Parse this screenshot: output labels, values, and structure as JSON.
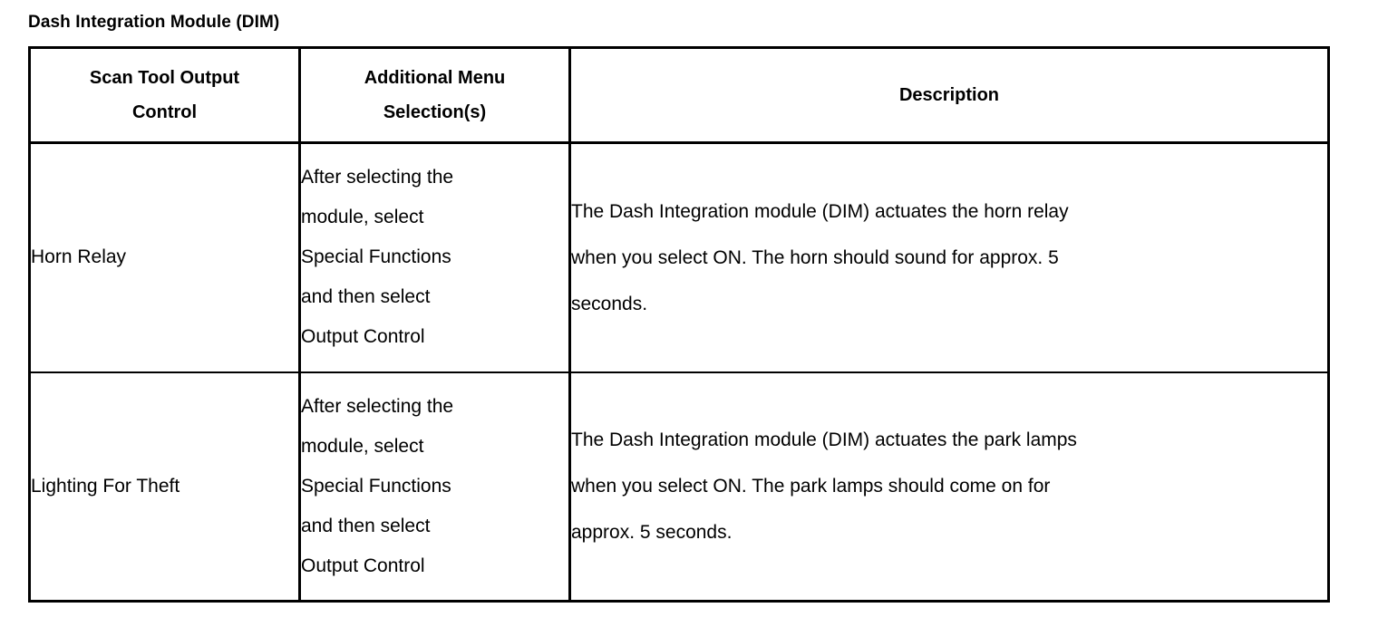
{
  "document": {
    "section_title": "Dash Integration Module (DIM)"
  },
  "table": {
    "headers": {
      "col1": "Scan Tool Output Control",
      "col1_line1": "Scan Tool Output",
      "col1_line2": "Control",
      "col2": "Additional Menu Selection(s)",
      "col2_line1": "Additional Menu",
      "col2_line2": "Selection(s)",
      "col3": "Description"
    },
    "rows": [
      {
        "control": "Horn Relay",
        "menu_selection": "After selecting the module, select Special Functions and then select Output Control",
        "menu_lines": [
          "After selecting the",
          "module, select",
          "Special Functions",
          "and then select",
          "Output Control"
        ],
        "description": "The Dash Integration module (DIM) actuates the horn relay when you select ON. The horn should sound for approx. 5 seconds.",
        "description_lines": [
          "The Dash Integration module (DIM) actuates the horn relay",
          "when you select ON. The horn should sound for approx. 5",
          "seconds."
        ]
      },
      {
        "control": "Lighting For Theft",
        "menu_selection": "After selecting the module, select Special Functions and then select Output Control",
        "menu_lines": [
          "After selecting the",
          "module, select",
          "Special Functions",
          "and then select",
          "Output Control"
        ],
        "description": "The Dash Integration module (DIM) actuates the park lamps when you select ON. The park lamps should come on for approx. 5 seconds.",
        "description_lines": [
          "The Dash Integration module (DIM) actuates the park lamps",
          "when you select ON. The park lamps should come on for",
          "approx. 5 seconds."
        ]
      }
    ]
  },
  "colors": {
    "text": "#000000",
    "background": "#ffffff",
    "border": "#000000"
  }
}
